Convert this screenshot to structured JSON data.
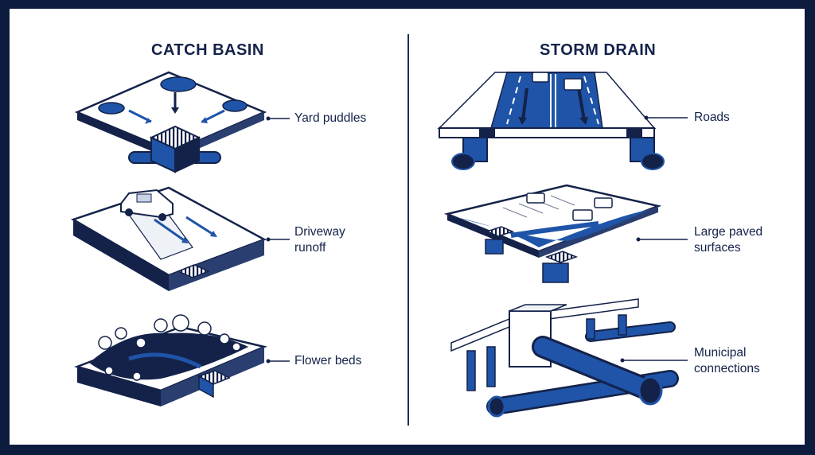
{
  "columns": {
    "left": {
      "title": "CATCH BASIN"
    },
    "right": {
      "title": "STORM DRAIN"
    }
  },
  "items": {
    "yard_puddles": "Yard puddles",
    "driveway_runoff_line1": "Driveway",
    "driveway_runoff_line2": "runoff",
    "flower_beds": "Flower beds",
    "roads": "Roads",
    "large_paved_line1": "Large paved",
    "large_paved_line2": "surfaces",
    "municipal_line1": "Municipal",
    "municipal_line2": "connections"
  },
  "colors": {
    "background": "#0d1b3e",
    "ink": "#14224a",
    "water": "#1f54a8",
    "panel": "#ffffff"
  }
}
